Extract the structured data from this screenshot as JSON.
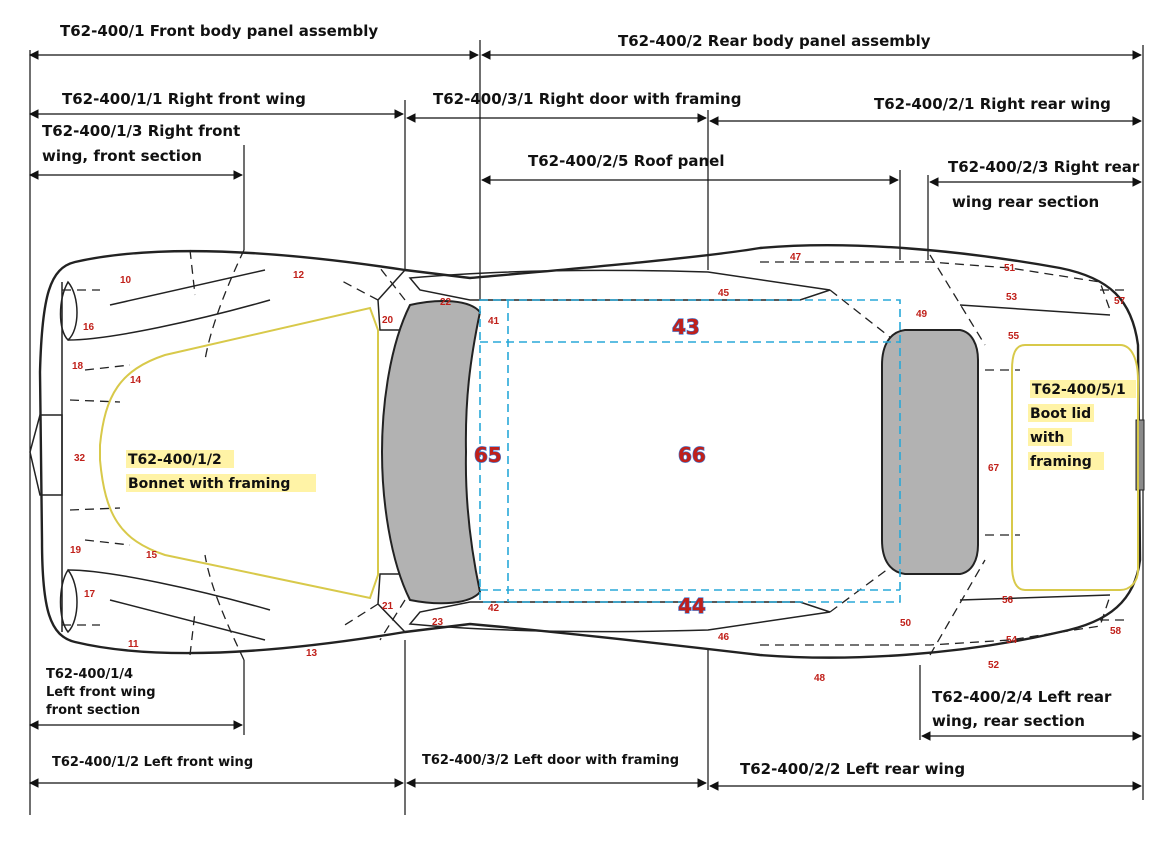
{
  "assemblies": {
    "front_body": "T62-400/1 Front body panel assembly",
    "rear_body": "T62-400/2 Rear body panel assembly"
  },
  "dimensions": {
    "right_front_wing": "T62-400/1/1 Right front wing",
    "right_front_wing_front_line1": "T62-400/1/3 Right front",
    "right_front_wing_front_line2": "wing, front section",
    "right_door": "T62-400/3/1 Right door with framing",
    "right_rear_wing": "T62-400/2/1 Right rear wing",
    "roof_panel": "T62-400/2/5 Roof panel",
    "right_rear_wing_rear_line1": "T62-400/2/3 Right rear",
    "right_rear_wing_rear_line2": "wing rear section",
    "left_front_wing_front_line1": "T62-400/1/4",
    "left_front_wing_front_line2": "Left front wing",
    "left_front_wing_front_line3": "front section",
    "left_front_wing": "T62-400/1/2 Left front wing",
    "left_door": "T62-400/3/2 Left door with framing",
    "left_rear_wing": "T62-400/2/2 Left rear wing",
    "left_rear_wing_rear_line1": "T62-400/2/4 Left rear",
    "left_rear_wing_rear_line2": "wing, rear section"
  },
  "panels": {
    "bonnet_line1": "T62-400/1/2",
    "bonnet_line2": "Bonnet with framing",
    "boot_line1": "T62-400/5/1",
    "boot_line2": "Boot lid",
    "boot_line3": "with",
    "boot_line4": "framing"
  },
  "parts": {
    "p10": "10",
    "p11": "11",
    "p12": "12",
    "p13": "13",
    "p14": "14",
    "p15": "15",
    "p16": "16",
    "p17": "17",
    "p18": "18",
    "p19": "19",
    "p20": "20",
    "p21": "21",
    "p22": "22",
    "p23": "23",
    "p32": "32",
    "p41": "41",
    "p42": "42",
    "p43": "43",
    "p44": "44",
    "p45": "45",
    "p46": "46",
    "p47": "47",
    "p48": "48",
    "p49": "49",
    "p50": "50",
    "p51": "51",
    "p52": "52",
    "p53": "53",
    "p54": "54",
    "p55": "55",
    "p56": "56",
    "p57": "57",
    "p58": "58",
    "p65": "65",
    "p66": "66",
    "p67": "67"
  },
  "colors": {
    "part_numbers": "#c0201a",
    "roof_dash": "#28a8d8",
    "glass": "#b2b2b2",
    "label_highlight": "#fff3a6"
  }
}
